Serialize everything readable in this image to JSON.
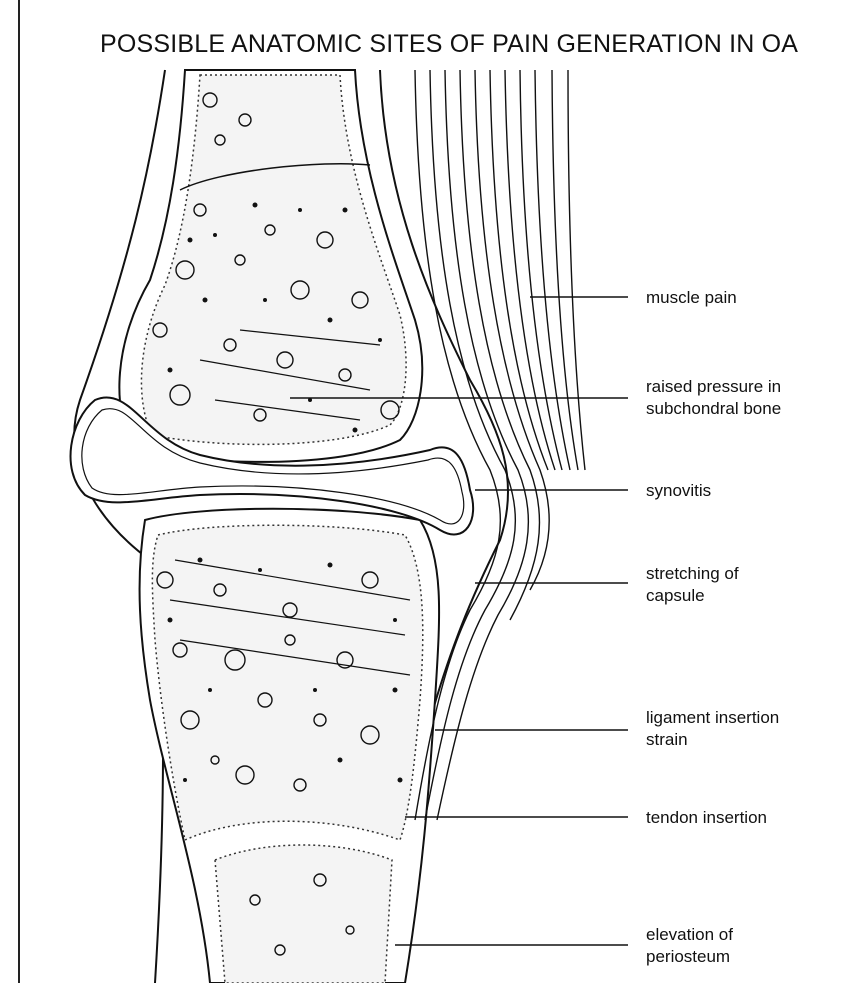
{
  "title": "POSSIBLE ANATOMIC SITES OF PAIN GENERATION IN OA",
  "labels": [
    {
      "key": "muscle",
      "lines": [
        "muscle pain"
      ]
    },
    {
      "key": "subchondral",
      "lines": [
        "raised pressure in",
        "subchondral bone"
      ]
    },
    {
      "key": "synovitis",
      "lines": [
        "synovitis"
      ]
    },
    {
      "key": "capsule",
      "lines": [
        "stretching of",
        "capsule"
      ]
    },
    {
      "key": "ligament",
      "lines": [
        "ligament insertion",
        "strain"
      ]
    },
    {
      "key": "tendon",
      "lines": [
        "tendon insertion"
      ]
    },
    {
      "key": "periosteum",
      "lines": [
        "elevation of",
        "periosteum"
      ]
    }
  ]
}
